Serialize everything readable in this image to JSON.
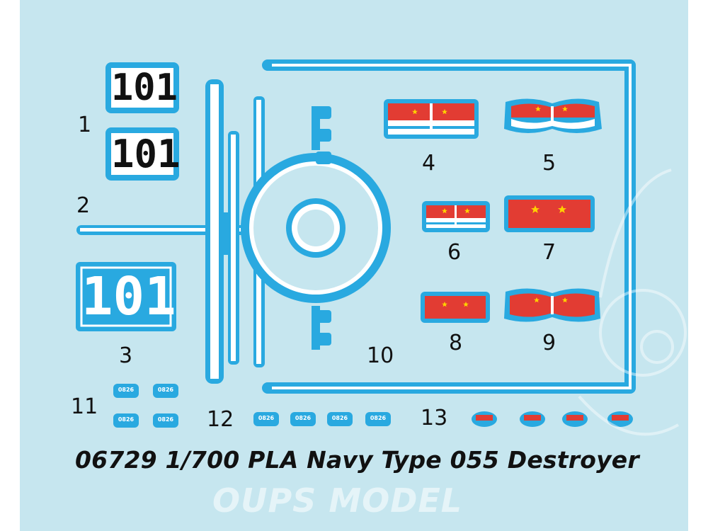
{
  "labels": {
    "d1": "1",
    "d2": "2",
    "d3": "3",
    "d4": "4",
    "d5": "5",
    "d6": "6",
    "d7": "7",
    "d8": "8",
    "d9": "9",
    "d10": "10",
    "d11": "11",
    "d12": "12",
    "d13": "13"
  },
  "hull_number": "101",
  "small_number": "0826",
  "title": "06729 1/700 PLA Navy Type 055 Destroyer",
  "watermark": "OUPS MODEL",
  "colors": {
    "background": "#c6e6ef",
    "decal_blue": "#29a9e0",
    "flag_red": "#e23c33",
    "star_yellow": "#ffd200",
    "text": "#111111"
  }
}
